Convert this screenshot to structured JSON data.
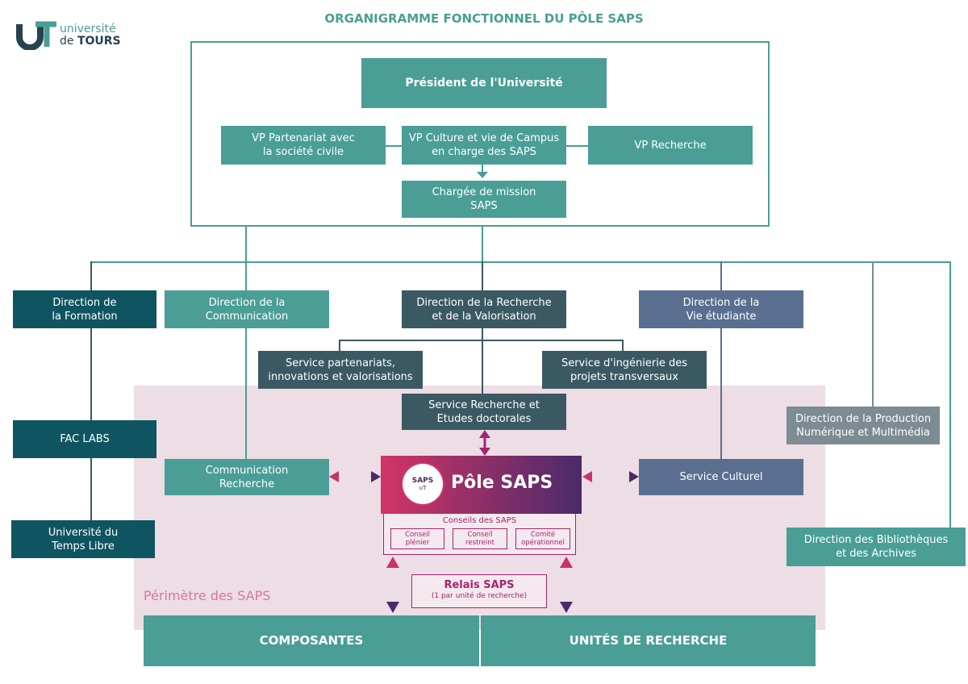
{
  "header": {
    "title": "ORGANIGRAMME FONCTIONNEL DU PÔLE SAPS",
    "logo_line1": "université",
    "logo_de": "de ",
    "logo_tours": "TOURS"
  },
  "top": {
    "president": "Président de l'Université",
    "vp_partenariat": "VP Partenariat avec\nla société civile",
    "vp_culture": "VP Culture et vie de Campus\nen charge des SAPS",
    "vp_recherche": "VP Recherche",
    "chargee": "Chargée de mission\nSAPS"
  },
  "directions": {
    "formation": "Direction de\nla Formation",
    "communication": "Direction de la\nCommunication",
    "recherche": "Direction de la Recherche\net de la Valorisation",
    "vie_etudiante": "Direction de la\nVie étudiante",
    "production": "Direction de la Production\nNumérique et Multimédia",
    "bibliotheques": "Direction des Bibliothèques\net des Archives"
  },
  "services": {
    "partenariats": "Service partenariats,\ninnovations et valorisations",
    "ingenierie": "Service d'ingénierie des\nprojets transversaux",
    "recherche_etudes": "Service Recherche et\nEtudes doctorales",
    "fac_labs": "FAC LABS",
    "communication_recherche": "Communication\nRecherche",
    "culturel": "Service Culturel",
    "temps_libre": "Université du\nTemps Libre"
  },
  "pole": {
    "title": "Pôle SAPS",
    "badge_text": "SAPS",
    "badge_sub": "uT",
    "conseils_title": "Conseils des SAPS",
    "conseils": [
      "Conseil\nplénier",
      "Conseil\nrestreint",
      "Comité\nopérationnel"
    ],
    "relais_title": "Relais SAPS",
    "relais_sub": "(1 par unité de recherche)",
    "perimetre": "Périmètre des SAPS"
  },
  "bottom": {
    "composantes": "COMPOSANTES",
    "unites": "UNITÉS DE RECHERCHE"
  },
  "colors": {
    "teal": "#4a9e96",
    "dark_teal": "#0f5561",
    "slate": "#3b5963",
    "blue": "#5a6f90",
    "grey": "#7d8b93",
    "pink_zone": "#eddde5",
    "magenta": "#c8326b",
    "purple": "#4b2a6a"
  }
}
